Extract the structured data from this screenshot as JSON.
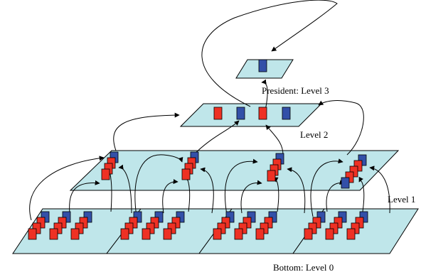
{
  "colors": {
    "plane": "#bfe6ea",
    "red": "#ee3124",
    "blue": "#3350a8"
  },
  "labels": {
    "president": "President: Level 3",
    "level2": "Level 2",
    "level1": "Level 1",
    "bottom": "Bottom: Level 0"
  },
  "levels": {
    "level3": {
      "blocks": [
        "blue"
      ]
    },
    "level2": {
      "blocks": [
        "red",
        "blue",
        "red",
        "blue"
      ]
    },
    "level1": {
      "groups": 4,
      "stack": [
        "red",
        "red",
        "red",
        "blue"
      ]
    },
    "level0": {
      "groups": 4,
      "columns_per_group": 3,
      "stack": [
        "red",
        "red",
        "red",
        "blue"
      ]
    }
  }
}
